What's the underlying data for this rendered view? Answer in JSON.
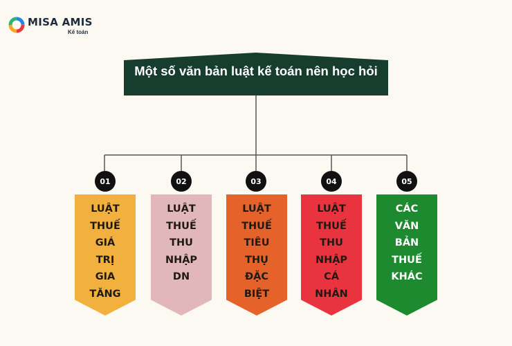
{
  "logo": {
    "brand": "MISA AMIS",
    "sub": "Kế toán",
    "icon": "misa-ring-icon"
  },
  "title": "Một số văn bản luật kế toán nên học hỏi",
  "colors": {
    "background": "#fcf9f2",
    "banner": "#163d2e",
    "badge": "#111111",
    "connector": "#555555"
  },
  "items": [
    {
      "number": "01",
      "lines": [
        "LUẬT",
        "THUẾ",
        "GIÁ",
        "TRỊ",
        "GIA",
        "TĂNG"
      ],
      "color": "#f2b03f",
      "text_color": "#1f1a10"
    },
    {
      "number": "02",
      "lines": [
        "LUẬT",
        "THUẾ",
        "THU",
        "NHẬP",
        "DN"
      ],
      "color": "#e2b7bc",
      "text_color": "#1f1a10"
    },
    {
      "number": "03",
      "lines": [
        "LUẬT",
        "THUẾ",
        "TIÊU",
        "THỤ",
        "ĐẶC",
        "BIỆT"
      ],
      "color": "#e5632a",
      "text_color": "#1f1a10"
    },
    {
      "number": "04",
      "lines": [
        "LUẬT",
        "THUẾ",
        "THU",
        "NHẬP",
        "CÁ",
        "NHÂN"
      ],
      "color": "#e93440",
      "text_color": "#1f1a10"
    },
    {
      "number": "05",
      "lines": [
        "CÁC",
        "VĂN",
        "BẢN",
        "THUẾ",
        "KHÁC"
      ],
      "color": "#1e8a2f",
      "text_color": "#ffffff"
    }
  ]
}
